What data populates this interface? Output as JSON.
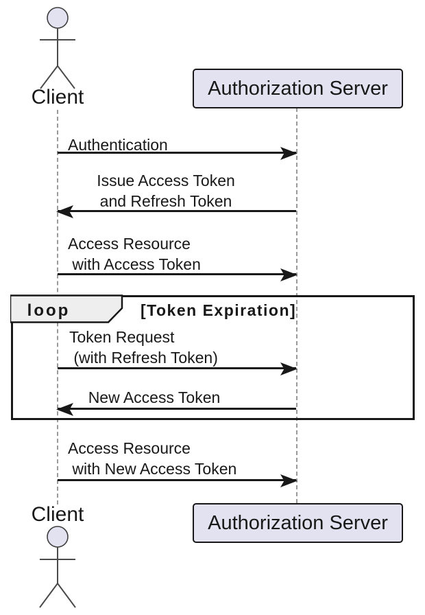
{
  "colors": {
    "background": "#FFFFFF",
    "participant_fill": "#E2E2F0",
    "actor_head_fill": "#E2E2F0",
    "loop_label_fill": "#EEEEEE",
    "border": "#181818",
    "lifeline": "#999999",
    "text": "#181818"
  },
  "top": {
    "actor_label": "Client",
    "participant_label": "Authorization Server"
  },
  "bottom": {
    "actor_label": "Client",
    "participant_label": "Authorization Server"
  },
  "loop": {
    "operator": "loop",
    "guard": "[Token Expiration]"
  },
  "messages": [
    {
      "text": "Authentication",
      "direction": "right"
    },
    {
      "text": "Issue Access Token\nand Refresh Token",
      "direction": "left"
    },
    {
      "text": "Access Resource\n with Access Token",
      "direction": "right"
    },
    {
      "text": "Token Request\n (with Refresh Token)",
      "direction": "right"
    },
    {
      "text": "New Access Token",
      "direction": "left"
    },
    {
      "text": "Access Resource\n with New Access Token",
      "direction": "right"
    }
  ]
}
